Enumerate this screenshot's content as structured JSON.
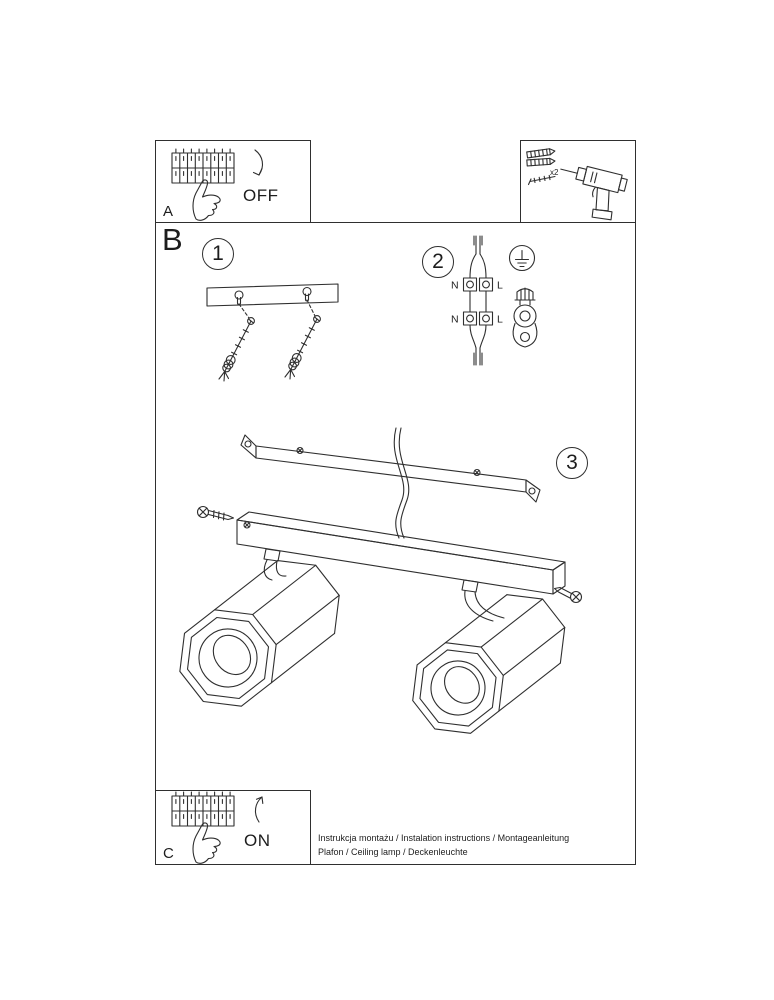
{
  "doc": {
    "footer_line1": "Instrukcja montażu / Instalation instructions / Montageanleitung",
    "footer_line2": "Plafon / Ceiling lamp / Deckenleuchte"
  },
  "panel_a": {
    "label": "A",
    "power_label": "OFF"
  },
  "panel_b": {
    "label": "B"
  },
  "panel_c": {
    "label": "C",
    "power_label": "ON"
  },
  "tools": {
    "anchor_count": "x2"
  },
  "steps": {
    "one": "1",
    "two": "2",
    "three": "3"
  },
  "wiring": {
    "row1_left": "N",
    "row1_right": "L",
    "row2_left": "N",
    "row2_right": "L"
  },
  "colors": {
    "line": "#2f2f2f",
    "background": "#ffffff"
  }
}
